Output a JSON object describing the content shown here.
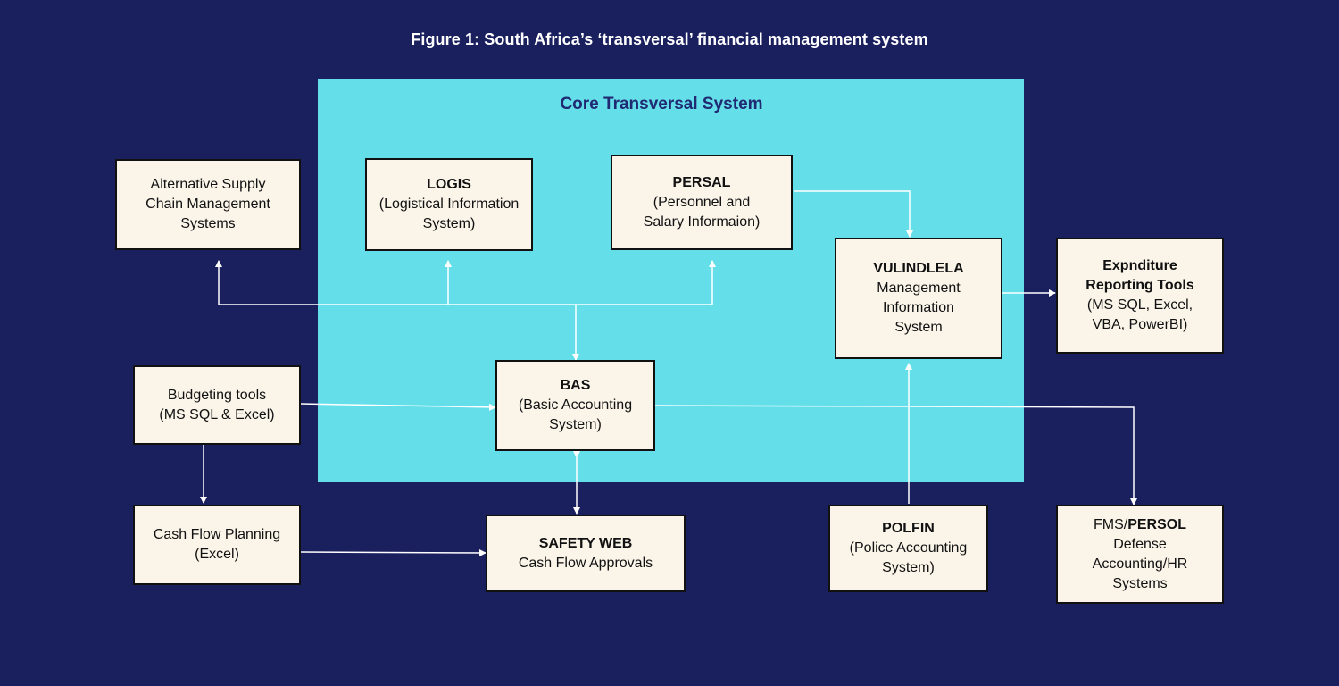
{
  "title": "Figure 1: South Africa’s ‘transversal’ financial management system",
  "core_region": {
    "label": "Core Transversal System"
  },
  "nodes": {
    "alt_supply": {
      "lines": [
        "Alternative Supply",
        "Chain Management",
        "Systems"
      ]
    },
    "logis": {
      "name": "LOGIS",
      "lines": [
        "(Logistical Information",
        "System)"
      ]
    },
    "persal": {
      "name": "PERSAL",
      "lines": [
        "(Personnel and",
        "Salary Informaion)"
      ]
    },
    "vulindlela": {
      "name": "VULINDLELA",
      "lines": [
        "Management",
        "Information",
        "System"
      ]
    },
    "expenditure": {
      "name_lines": [
        "Expnditure",
        "Reporting Tools"
      ],
      "lines": [
        "(MS SQL, Excel,",
        "VBA, PowerBI)"
      ]
    },
    "budgeting": {
      "lines": [
        "Budgeting tools",
        "(MS SQL & Excel)"
      ]
    },
    "bas": {
      "name": "BAS",
      "lines": [
        "(Basic Accounting",
        "System)"
      ]
    },
    "cashflow": {
      "lines": [
        "Cash Flow Planning",
        "(Excel)"
      ]
    },
    "safetyweb": {
      "name": "SAFETY WEB",
      "lines": [
        "Cash Flow Approvals"
      ]
    },
    "polfin": {
      "name": "POLFIN",
      "lines": [
        "(Police Accounting",
        "System)"
      ]
    },
    "fms": {
      "prefix": "FMS/",
      "name": "PERSOL",
      "lines": [
        "Defense",
        "Accounting/HR",
        "Systems"
      ]
    }
  },
  "colors": {
    "background": "#1a1f5e",
    "core_region": "#64dfe9",
    "core_label": "#1f2a72",
    "box_fill": "#faf4e9",
    "box_border": "#111111",
    "connector": "#ffffff"
  }
}
